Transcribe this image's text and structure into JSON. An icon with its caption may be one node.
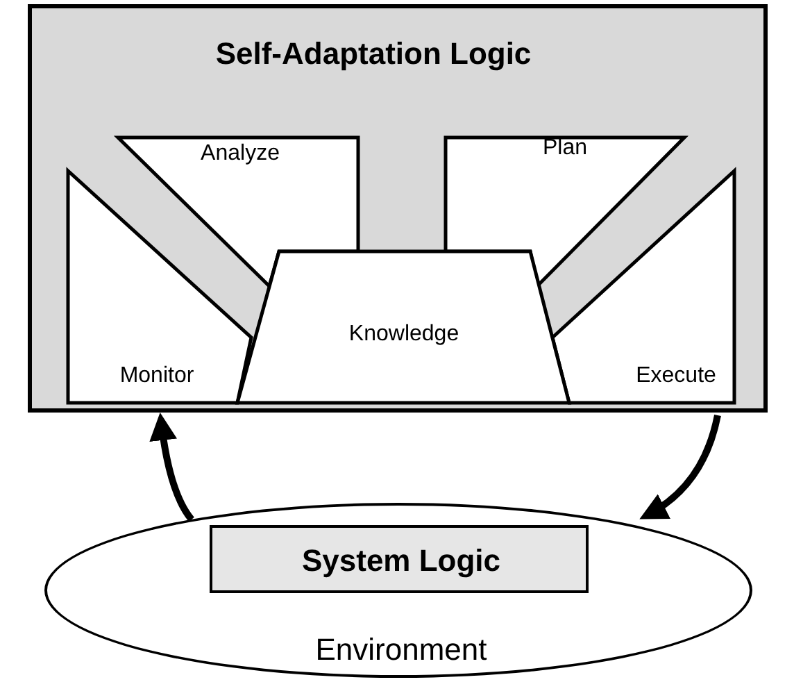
{
  "diagram": {
    "nodes": [
      {
        "text": [
          "Self-Adaptation Logic"
        ]
      },
      {
        "text": [
          "Monitor"
        ],
        "in": 0
      },
      {
        "text": [
          "Analyze"
        ],
        "in": 0
      },
      {
        "text": [
          "Plan"
        ],
        "in": 0
      },
      {
        "text": [
          "Execute"
        ],
        "in": 0
      },
      {
        "text": [
          "Knowledge"
        ],
        "in": 0
      },
      {
        "text": [
          "Environment"
        ]
      },
      {
        "text": [
          "System Logic"
        ],
        "in": 6
      }
    ],
    "edges": [
      {
        "from": 6,
        "to": 1,
        "arrow": "to"
      },
      {
        "from": 4,
        "to": 6,
        "arrow": "to"
      }
    ]
  }
}
